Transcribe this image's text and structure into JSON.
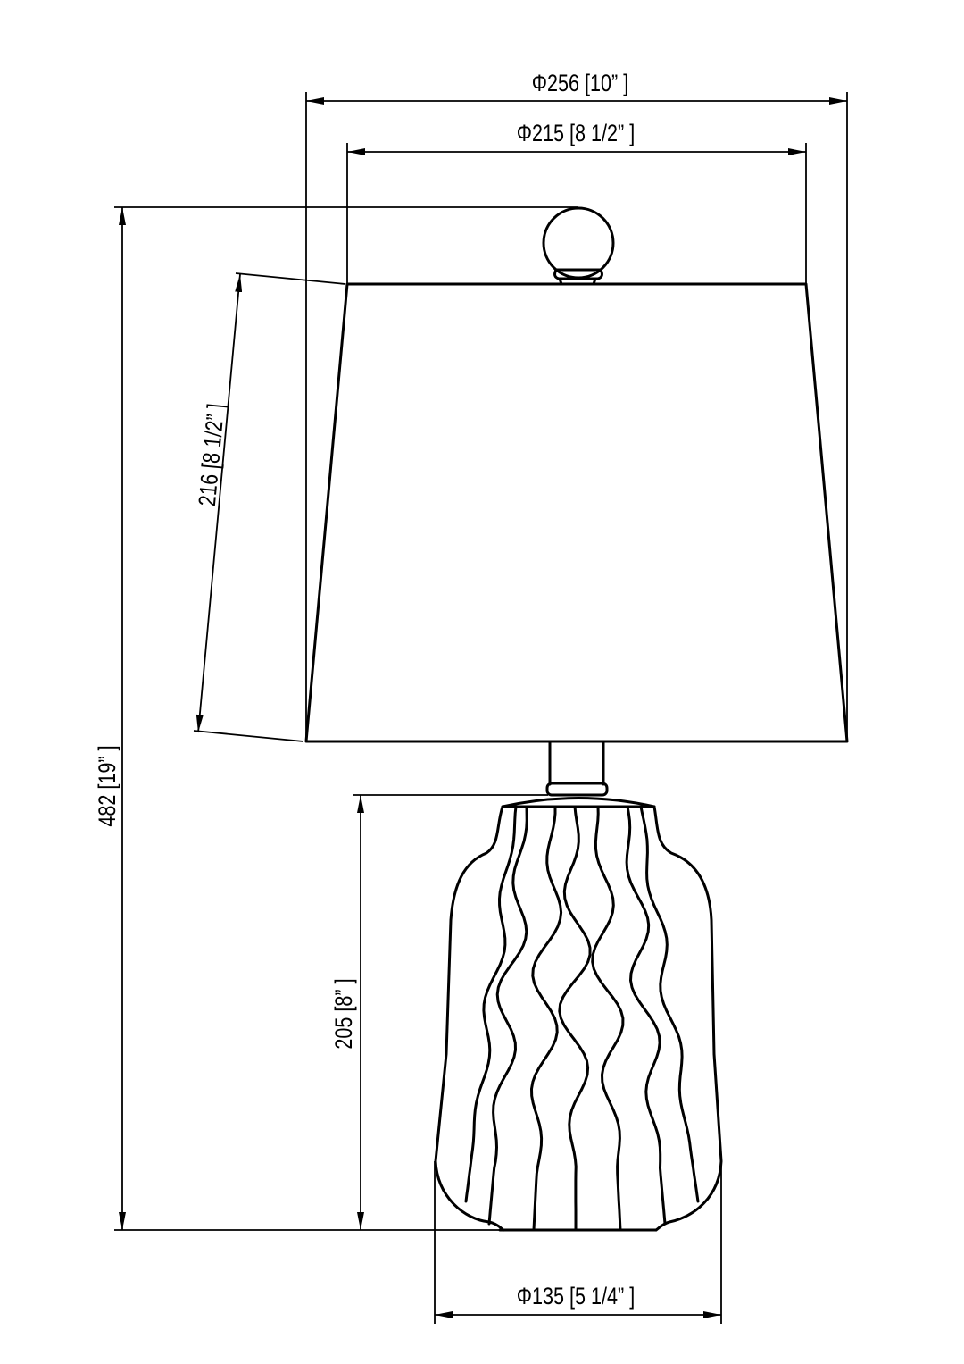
{
  "drawing": {
    "title": "Table lamp dimension drawing",
    "dimensions": {
      "shade_bottom_diameter": "Φ256 [10”  ]",
      "shade_top_diameter": "Φ215 [8 1/2”  ]",
      "shade_height": "216 [8 1/2”  ]",
      "overall_height": "482 [19”  ]",
      "base_height": "205 [8”  ]",
      "base_diameter": "Φ135 [5 1/4”  ]"
    },
    "line_color": "#000000",
    "background_color": "#ffffff"
  }
}
